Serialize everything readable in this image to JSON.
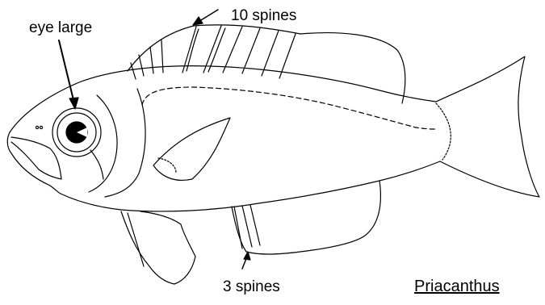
{
  "labels": {
    "eye": "eye large",
    "dorsal_spines": "10 spines",
    "anal_spines": "3 spines",
    "genus": "Priacanthus"
  },
  "colors": {
    "ink": "#000000",
    "background": "#ffffff"
  }
}
